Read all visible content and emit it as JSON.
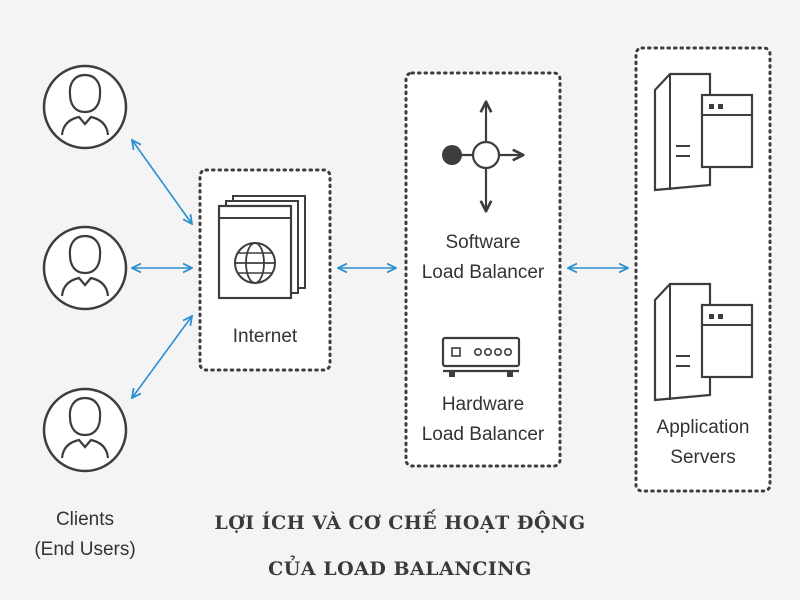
{
  "labels": {
    "clients_line1": "Clients",
    "clients_line2": "(End Users)",
    "internet": "Internet",
    "software_line1": "Software",
    "software_line2": "Load Balancer",
    "hardware_line1": "Hardware",
    "hardware_line2": "Load Balancer",
    "servers_line1": "Application",
    "servers_line2": "Servers"
  },
  "caption": {
    "line1": "LỢI ÍCH VÀ CƠ CHẾ HOẠT ĐỘNG",
    "line2": "CỦA LOAD BALANCING"
  },
  "colors": {
    "background": "#f4f4f4",
    "arrow": "#2b8fd0",
    "stroke": "#3d3d3d"
  },
  "icons": [
    "user-icon",
    "globe-browser-icon",
    "network-router-icon",
    "hardware-balancer-icon",
    "server-window-icon"
  ]
}
